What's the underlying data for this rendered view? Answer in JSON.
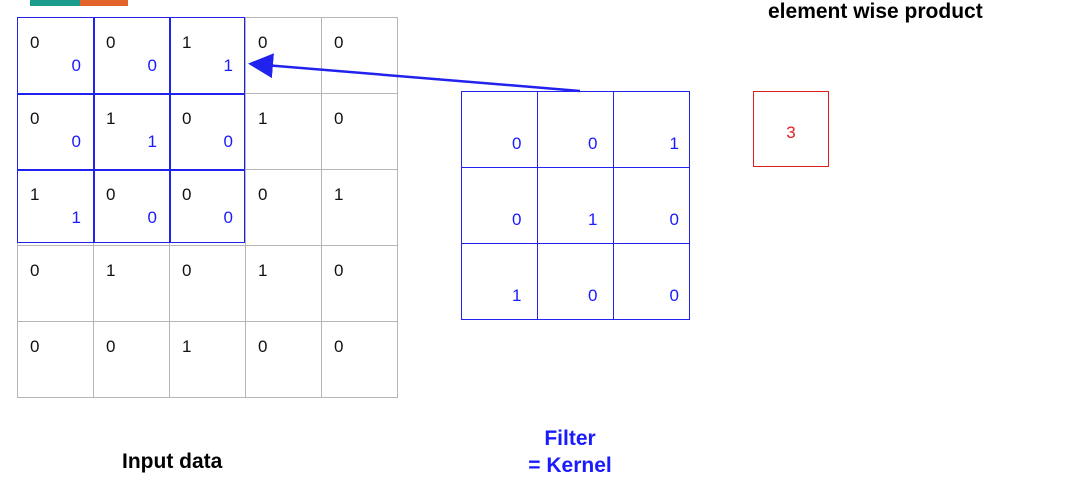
{
  "title": "element wise product",
  "input": {
    "label": "Input data",
    "rows": [
      [
        "0",
        "0",
        "1",
        "0",
        "0"
      ],
      [
        "0",
        "1",
        "0",
        "1",
        "0"
      ],
      [
        "1",
        "0",
        "0",
        "0",
        "1"
      ],
      [
        "0",
        "1",
        "0",
        "1",
        "0"
      ],
      [
        "0",
        "0",
        "1",
        "0",
        "0"
      ]
    ],
    "window_kernel_values": [
      [
        "0",
        "0",
        "1"
      ],
      [
        "0",
        "1",
        "0"
      ],
      [
        "1",
        "0",
        "0"
      ]
    ]
  },
  "kernel": {
    "label_line1": "Filter",
    "label_line2": "= Kernel",
    "rows": [
      [
        "0",
        "0",
        "1"
      ],
      [
        "0",
        "1",
        "0"
      ],
      [
        "1",
        "0",
        "0"
      ]
    ]
  },
  "result": {
    "value": "3"
  },
  "colors": {
    "kernel": "#1a1aff",
    "window": "#2222ee",
    "result": "#e02020",
    "grid": "#b5b5b5"
  }
}
